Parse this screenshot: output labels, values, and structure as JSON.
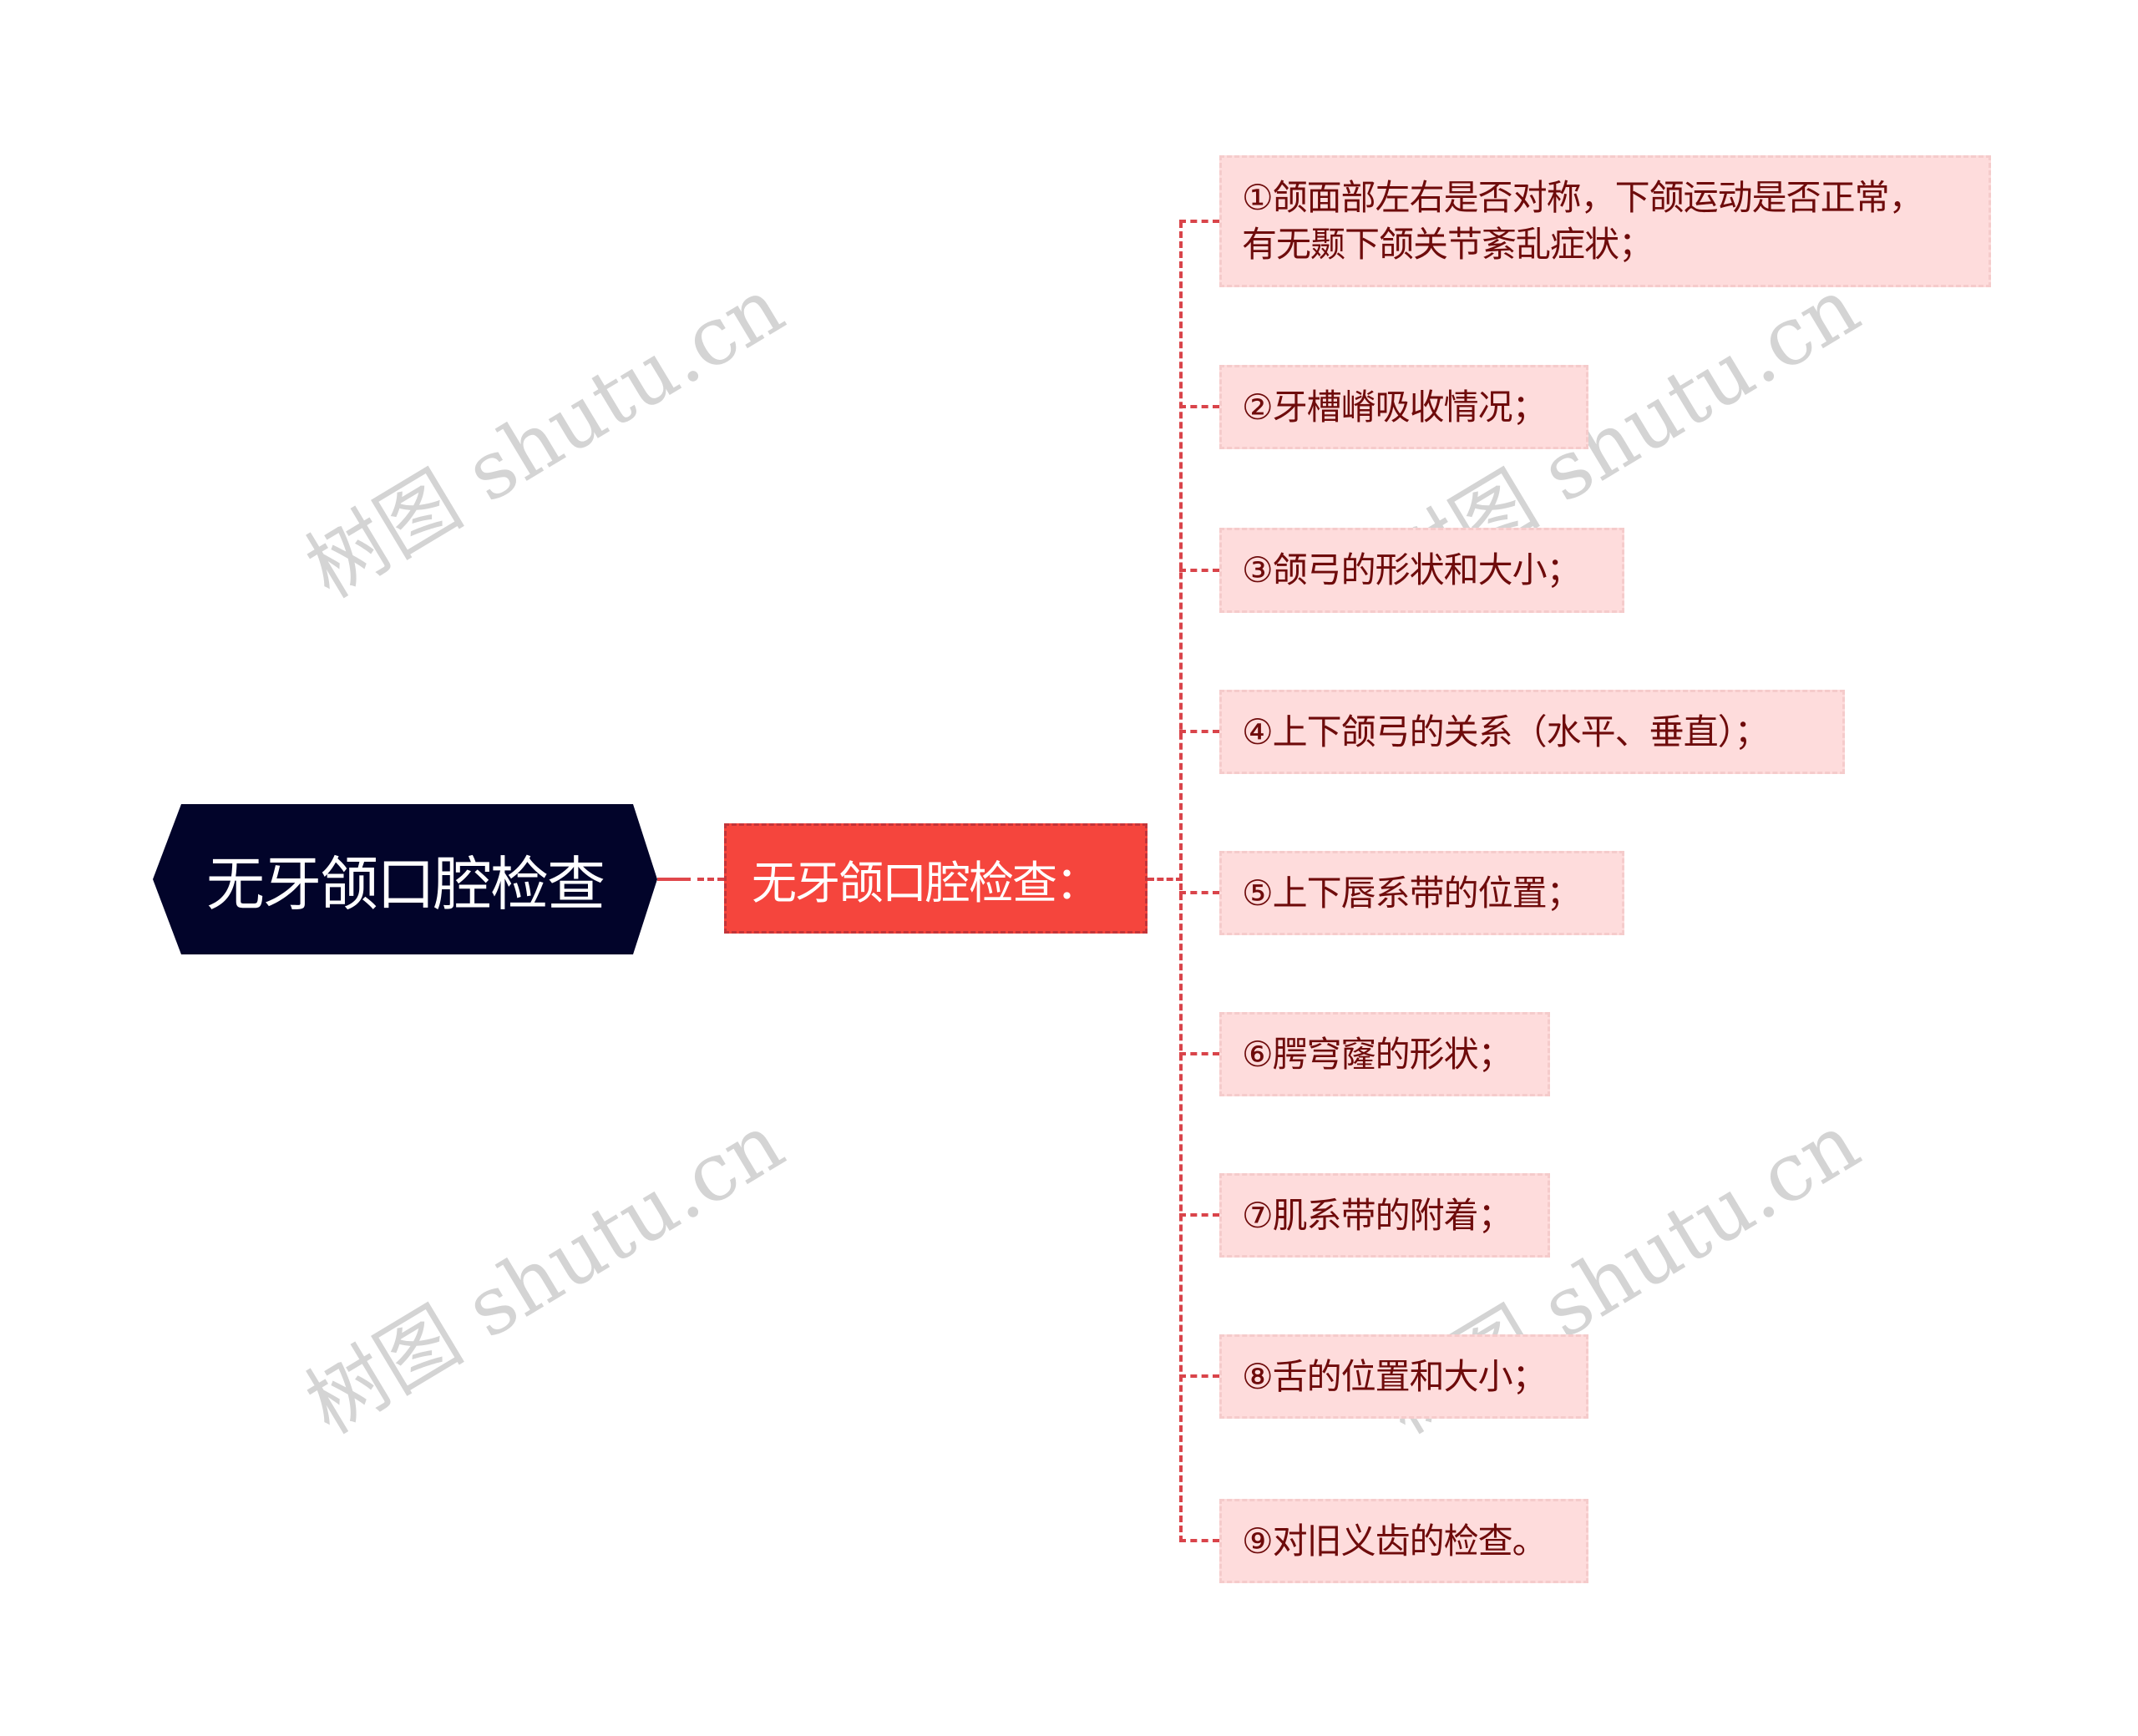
{
  "mindmap": {
    "root": {
      "label": "无牙颌口腔检查",
      "color": "#02042A"
    },
    "branch": {
      "label": "无牙颌口腔检查：",
      "color": "#F5453D"
    },
    "leaves": [
      {
        "label": "①颌面部左右是否对称，下颌运动是否正常，\n有无颞下颌关节紊乱症状；"
      },
      {
        "label": "②牙槽嵴吸收情况；"
      },
      {
        "label": "③颌弓的形状和大小；"
      },
      {
        "label": "④上下颌弓的关系（水平、垂直）；"
      },
      {
        "label": "⑤上下唇系带的位置；"
      },
      {
        "label": "⑥腭穹窿的形状；"
      },
      {
        "label": "⑦肌系带的附着；"
      },
      {
        "label": "⑧舌的位置和大小；"
      },
      {
        "label": "⑨对旧义齿的检查。"
      }
    ],
    "leaf_color": "#FEDCDC",
    "leaf_text_color": "#6E0B0B",
    "connector_color": "#D9444A"
  },
  "watermark": {
    "text": "树图 shutu.cn"
  }
}
